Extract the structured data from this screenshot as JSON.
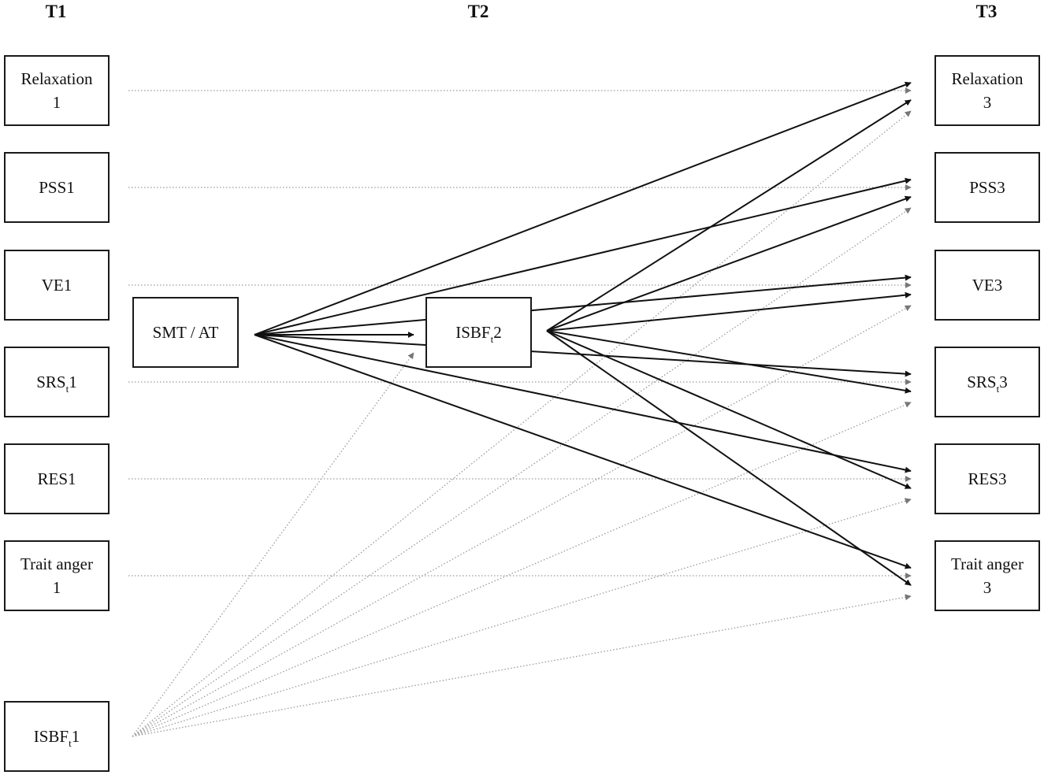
{
  "columns": {
    "t1": "T1",
    "t2": "T2",
    "t3": "T3"
  },
  "nodes": {
    "relax1": {
      "line1": "Relaxation",
      "line2": "1"
    },
    "pss1": {
      "label": "PSS1"
    },
    "ve1": {
      "label": "VE1"
    },
    "srs1": {
      "base": "SRS",
      "sub": "t",
      "suffix": "1"
    },
    "res1": {
      "label": "RES1"
    },
    "anger1": {
      "line1": "Trait anger",
      "line2": "1"
    },
    "isbf1": {
      "base": "ISBF",
      "sub": "t",
      "suffix": "1"
    },
    "smt": {
      "label": "SMT / AT"
    },
    "isbf2": {
      "base": "ISBF",
      "sub": "t",
      "suffix": "2"
    },
    "relax3": {
      "line1": "Relaxation",
      "line2": "3"
    },
    "pss3": {
      "label": "PSS3"
    },
    "ve3": {
      "label": "VE3"
    },
    "srs3": {
      "base": "SRS",
      "sub": "t",
      "suffix": "3"
    },
    "res3": {
      "label": "RES3"
    },
    "anger3": {
      "line1": "Trait anger",
      "line2": "3"
    }
  },
  "colors": {
    "solid_path": "#111111",
    "dotted_path": "#9a9a9a",
    "dotted_arrow": "#777777"
  },
  "paths": {
    "solid": [
      {
        "from": "smt",
        "to": "isbf2"
      },
      {
        "from": "smt",
        "to": "relax3"
      },
      {
        "from": "smt",
        "to": "pss3"
      },
      {
        "from": "smt",
        "to": "ve3"
      },
      {
        "from": "smt",
        "to": "srs3"
      },
      {
        "from": "smt",
        "to": "res3"
      },
      {
        "from": "smt",
        "to": "anger3"
      },
      {
        "from": "isbf2",
        "to": "relax3"
      },
      {
        "from": "isbf2",
        "to": "pss3"
      },
      {
        "from": "isbf2",
        "to": "ve3"
      },
      {
        "from": "isbf2",
        "to": "srs3"
      },
      {
        "from": "isbf2",
        "to": "res3"
      },
      {
        "from": "isbf2",
        "to": "anger3"
      }
    ],
    "dotted": [
      {
        "from": "relax1",
        "to": "relax3"
      },
      {
        "from": "pss1",
        "to": "pss3"
      },
      {
        "from": "ve1",
        "to": "ve3"
      },
      {
        "from": "srs1",
        "to": "srs3"
      },
      {
        "from": "res1",
        "to": "res3"
      },
      {
        "from": "anger1",
        "to": "anger3"
      },
      {
        "from": "isbf1",
        "to": "isbf2"
      },
      {
        "from": "isbf1",
        "to": "relax3"
      },
      {
        "from": "isbf1",
        "to": "pss3"
      },
      {
        "from": "isbf1",
        "to": "ve3"
      },
      {
        "from": "isbf1",
        "to": "srs3"
      },
      {
        "from": "isbf1",
        "to": "res3"
      },
      {
        "from": "isbf1",
        "to": "anger3"
      }
    ]
  }
}
